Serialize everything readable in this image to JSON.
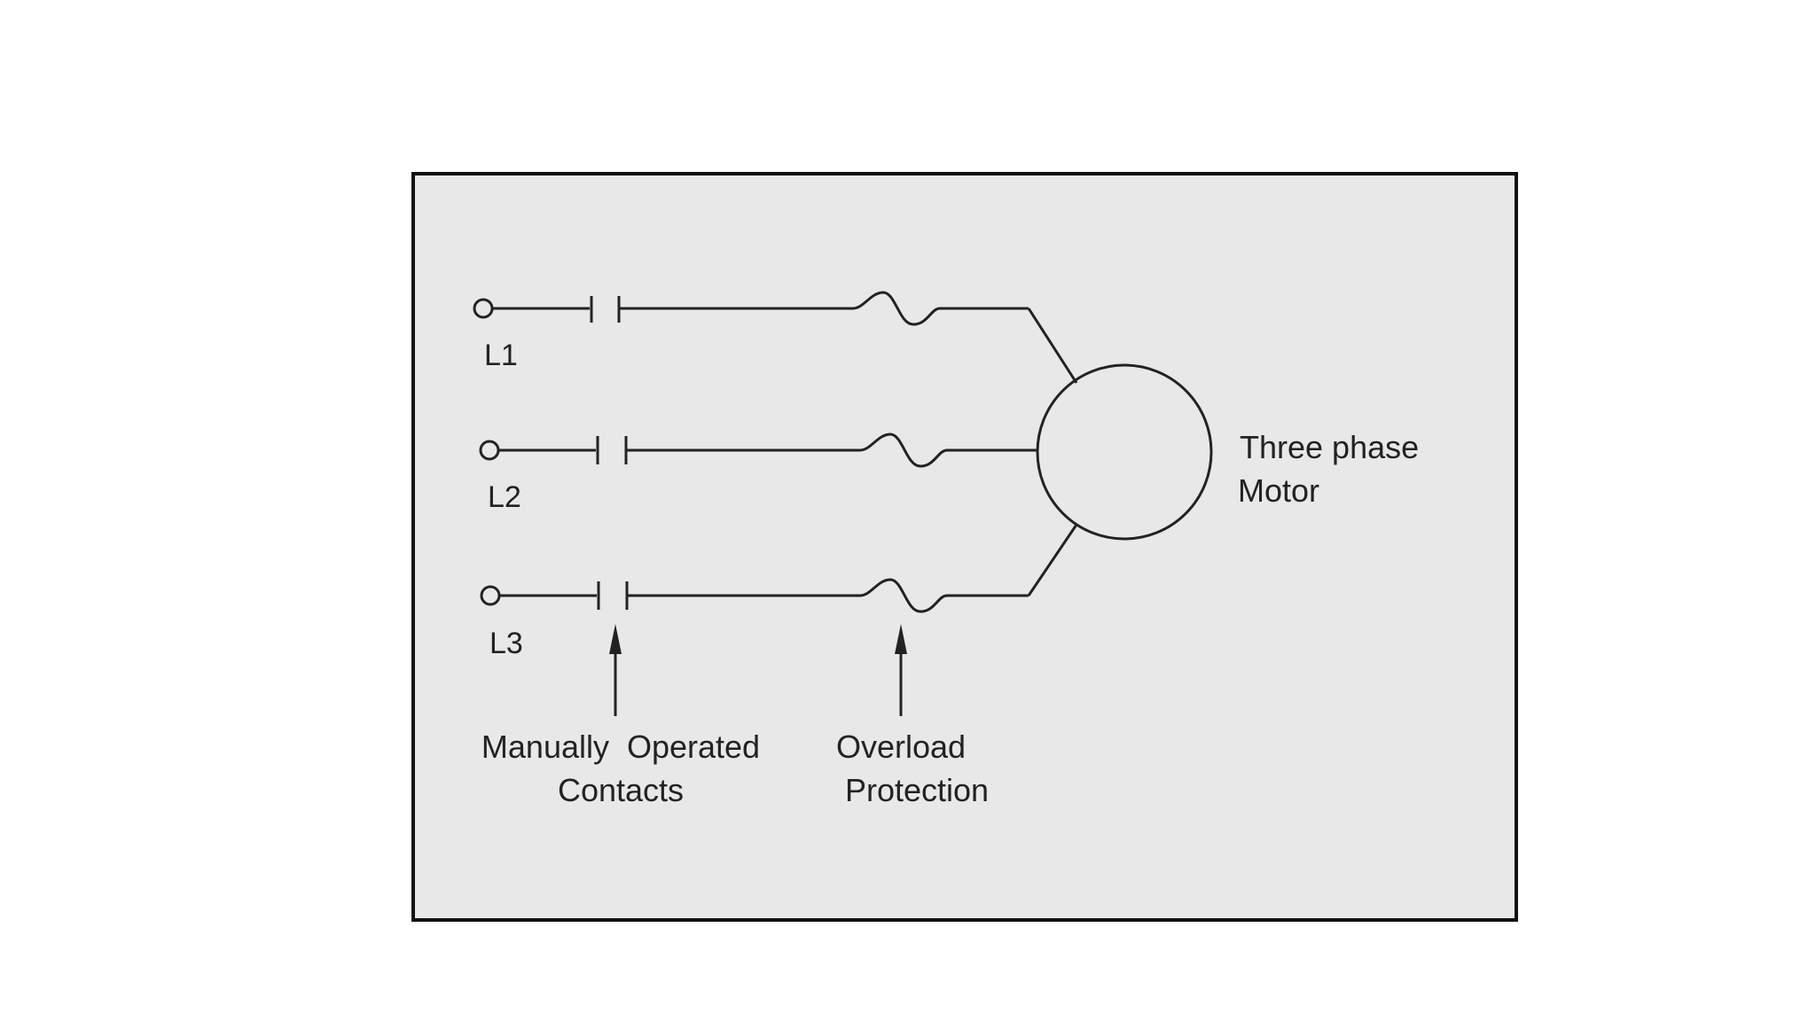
{
  "colors": {
    "page_background": "#ffffff",
    "panel_background": "#e8e8e8",
    "ink": "#222222"
  },
  "lines": [
    {
      "label": "L1"
    },
    {
      "label": "L2"
    },
    {
      "label": "L3"
    }
  ],
  "motor": {
    "label_line1": "Three phase",
    "label_line2": "Motor"
  },
  "callouts": {
    "contacts_line1": "Manually  Operated",
    "contacts_line2": "Contacts",
    "overload_line1": "Overload",
    "overload_line2": "Protection"
  }
}
